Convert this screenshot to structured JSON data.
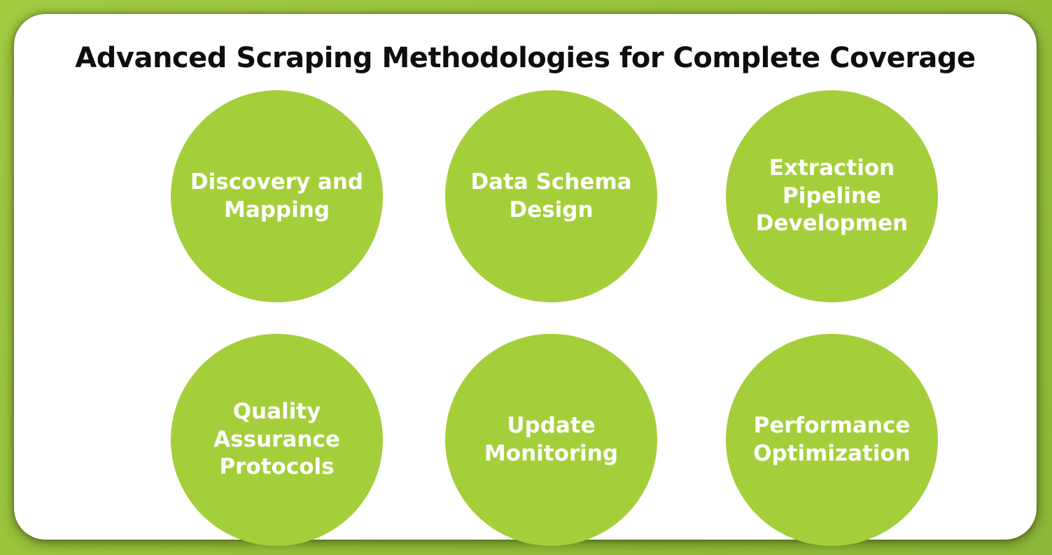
{
  "title": "Advanced Scraping Methodologies for Complete Coverage",
  "colors": {
    "frame_green": "#97c139",
    "circle_green": "#a4cf3a",
    "card_background": "#ffffff",
    "title_text": "#0e0e0e",
    "circle_text": "#ffffff"
  },
  "circles": [
    {
      "label": "Discovery and\nMapping"
    },
    {
      "label": "Data Schema\nDesign"
    },
    {
      "label": "Extraction\nPipeline\nDevelopmen"
    },
    {
      "label": "Quality\nAssurance\nProtocols"
    },
    {
      "label": "Update\nMonitoring"
    },
    {
      "label": "Performance\nOptimization"
    }
  ]
}
